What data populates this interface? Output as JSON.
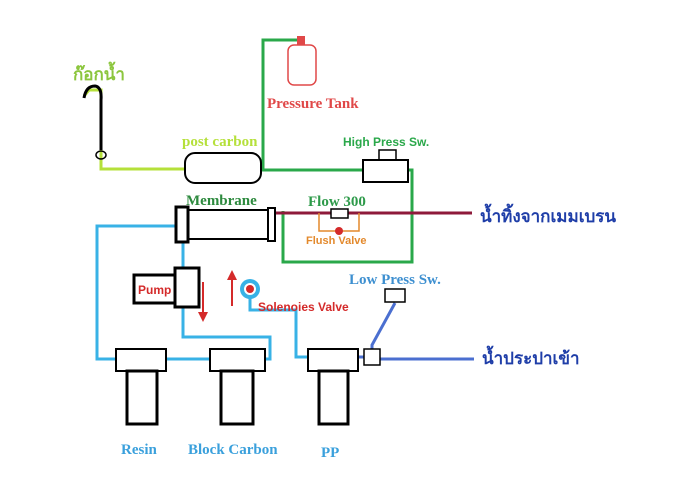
{
  "labels": {
    "faucet": "ก๊อกน้ำ",
    "pressure_tank": "Pressure Tank",
    "post_carbon": "post carbon",
    "high_press_sw": "High Press Sw.",
    "membrane": "Membrane",
    "flow": "Flow 300",
    "reject_water": "น้ำทิ้งจากเมมเบรน",
    "flush_valve": "Flush Valve",
    "low_press_sw": "Low Press Sw.",
    "pump": "Pump",
    "solenoid_valve": "Solenoies Valve",
    "tap_water_in": "น้ำประปาเข้า",
    "resin": "Resin",
    "block_carbon": "Block Carbon",
    "pp": "PP"
  },
  "colors": {
    "green_line": "#2aa84a",
    "lime_line": "#b5e03a",
    "cyan_line": "#38b2e6",
    "blue_line": "#4b6fd0",
    "maroon_line": "#8e1a3a",
    "orange": "#e3892c",
    "red": "#d42a2a",
    "tank_red": "#e04848",
    "flow_green": "#2e9a4a",
    "membrane_green": "#2d8a3e",
    "low_sw_blue": "#3d8fd0",
    "filter_blue": "#3aa0dc",
    "faucet_green": "#8cc63e"
  }
}
